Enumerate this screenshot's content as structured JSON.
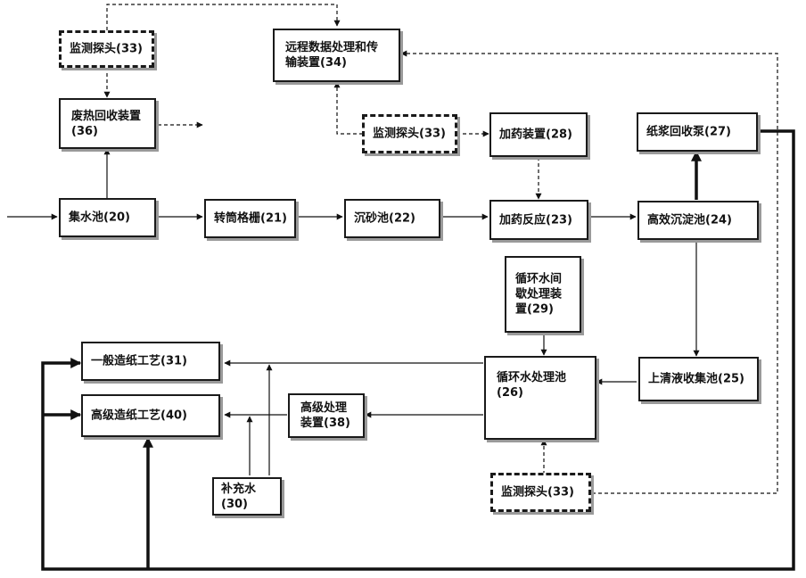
{
  "boxes": {
    "collect_pool": "集水池(20)",
    "drum_screen": "转筒格栅(21)",
    "grit_pool": "沉砂池(22)",
    "dosing_reaction": "加药反应(23)",
    "hi_eff_settling": "高效沉淀池(24)",
    "supernatant_pool": "上清液收集池(25)",
    "circ_treat_pool": "循环水处理池(26)",
    "pulp_pump": "纸浆回收泵(27)",
    "dosing_device": "加药装置(28)",
    "circ_intermittent": "循环水间歇处理装置(29)",
    "makeup_water": "补充水(30)",
    "general_paper": "一般造纸工艺(31)",
    "probe_top": "监测探头(33)",
    "probe_mid": "监测探头(33)",
    "probe_bottom": "监测探头(33)",
    "remote_data": "远程数据处理和传输装置(34)",
    "heat_recovery": "废热回收装置(36)",
    "advanced_treat": "高级处理装置(38)",
    "advanced_paper": "高级造纸工艺(40)"
  }
}
